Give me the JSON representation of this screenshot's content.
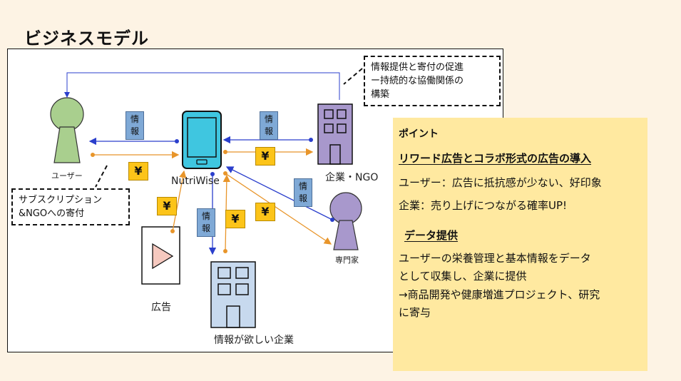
{
  "title": "ビジネスモデル",
  "nodes": {
    "user": "ユーザー",
    "app": "NutriWise",
    "company_ngo": "企業・NGO",
    "expert": "専門家",
    "ad": "広告",
    "data_company": "情報が欲しい企業"
  },
  "tags": {
    "info": [
      "情",
      "報"
    ],
    "yen": "¥"
  },
  "notes": {
    "top_right": [
      "情報提供と寄付の促進",
      "ー持続的な協働関係の",
      "構築"
    ],
    "left": [
      "サブスクリプション",
      "&NGOへの寄付"
    ]
  },
  "panel": {
    "heading": "ポイント",
    "section1_title": "リワード広告とコラボ形式の広告の導入",
    "section1_lines": [
      "ユーザー：広告に抵抗感が少ない、好印象",
      "企業：売り上げにつながる確率UP!"
    ],
    "section2_title": "データ提供",
    "section2_lines": [
      "ユーザーの栄養管理と基本情報をデータ",
      "として収集し、企業に提供",
      "→商品開発や健康増進プロジェクト、研究",
      "に寄与"
    ]
  },
  "colors": {
    "blue_arrow": "#2b3fcc",
    "orange_arrow": "#e8952a",
    "user_green": "#a9cf8e",
    "purple": "#a898cc",
    "light_blue": "#c7d9ee",
    "app_teal": "#3fc6e0",
    "panel": "#ffe9a0"
  }
}
